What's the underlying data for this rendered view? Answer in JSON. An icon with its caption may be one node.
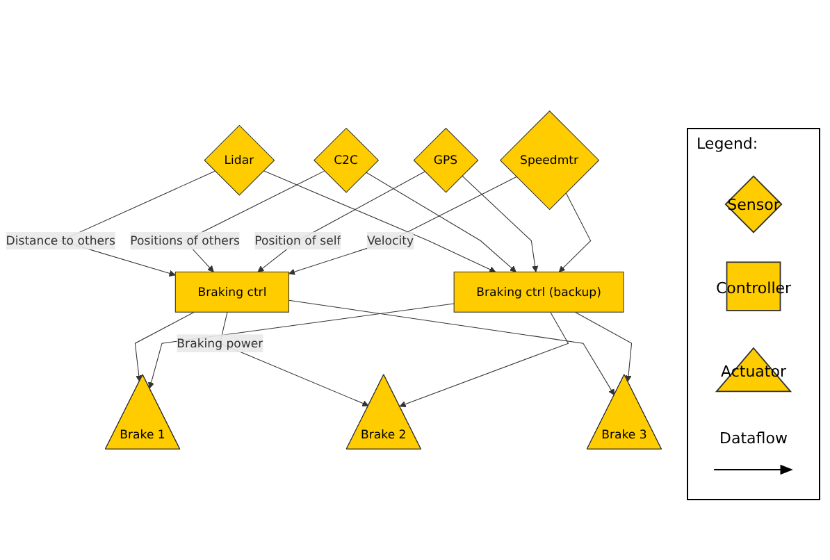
{
  "diagram": {
    "nodes": [
      {
        "text": [
          "Lidar"
        ]
      },
      {
        "text": [
          "C2C"
        ]
      },
      {
        "text": [
          "GPS"
        ]
      },
      {
        "text": [
          "Speedmtr"
        ]
      },
      {
        "text": [
          "Braking ctrl"
        ]
      },
      {
        "text": [
          "Braking ctrl (backup)"
        ]
      },
      {
        "text": [
          "Brake 1"
        ]
      },
      {
        "text": [
          "Brake 2"
        ]
      },
      {
        "text": [
          "Brake 3"
        ]
      }
    ],
    "edges": [
      {
        "from": 0,
        "to": 4,
        "arrow": "to",
        "label": "Distance to others"
      },
      {
        "from": 0,
        "to": 5,
        "arrow": "to"
      },
      {
        "from": 1,
        "to": 4,
        "arrow": "to",
        "label": "Positions of others"
      },
      {
        "from": 1,
        "to": 5,
        "arrow": "to"
      },
      {
        "from": 2,
        "to": 4,
        "arrow": "to",
        "label": "Position of self"
      },
      {
        "from": 2,
        "to": 5,
        "arrow": "to"
      },
      {
        "from": 3,
        "to": 4,
        "arrow": "to",
        "label": "Velocity"
      },
      {
        "from": 3,
        "to": 5,
        "arrow": "to"
      },
      {
        "from": 4,
        "to": 6,
        "arrow": "to"
      },
      {
        "from": 4,
        "to": 7,
        "arrow": "to",
        "label": "Braking power"
      },
      {
        "from": 4,
        "to": 8,
        "arrow": "to"
      },
      {
        "from": 5,
        "to": 6,
        "arrow": "to"
      },
      {
        "from": 5,
        "to": 7,
        "arrow": "to"
      },
      {
        "from": 5,
        "to": 8,
        "arrow": "to"
      }
    ],
    "labels": [
      "Legend:"
    ],
    "legend": [
      {
        "text": "Sensor"
      },
      {
        "text": "Controller"
      },
      {
        "text": "Actuator"
      },
      {
        "text": "Dataflow"
      }
    ]
  }
}
